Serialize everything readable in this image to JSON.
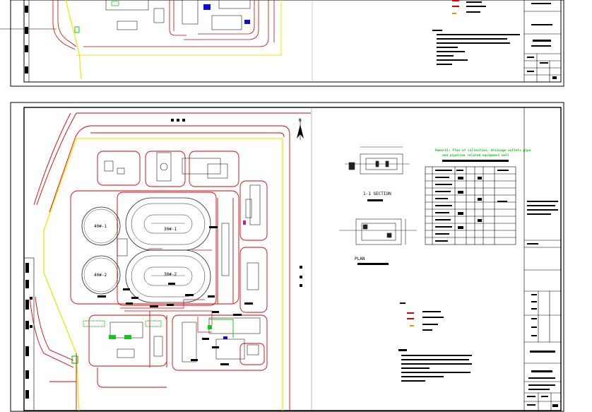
{
  "sheets": [
    {
      "id": "upper",
      "partial": true
    },
    {
      "id": "lower",
      "partial": false
    }
  ],
  "labels": {
    "north": "N",
    "note_title_line1": "Remark1: Plan of collection, drainage outlets pipe",
    "note_title_line2": "and pipeline related equipment well",
    "pool_a": "40#-1",
    "pool_b": "40#-2",
    "ox_a": "30#-1",
    "ox_b": "30#-2",
    "section_label": "1-1 SECTION",
    "plan_label": "PLAN"
  },
  "colors": {
    "road": "#d40000",
    "boundary": "#e8e800",
    "linework": "#222222",
    "accent_green": "#18c418",
    "accent_blue": "#1010d0",
    "frame": "#000000"
  }
}
